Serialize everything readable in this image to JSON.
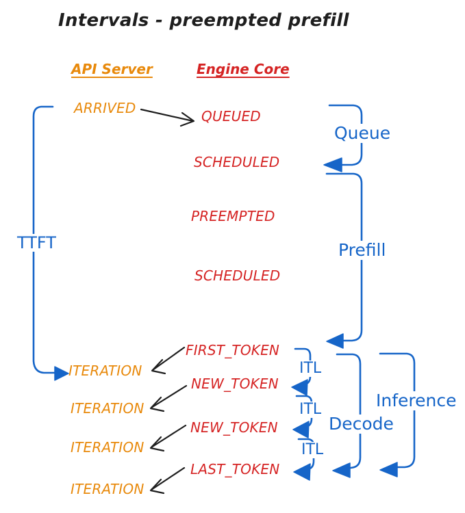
{
  "title": "Intervals - preempted prefill",
  "colors": {
    "orange": "#E8890B",
    "red": "#D52323",
    "blue": "#1665C8",
    "ink": "#1E1E1E"
  },
  "columns": {
    "api_server": "API Server",
    "engine_core": "Engine Core"
  },
  "events": {
    "arrived": "ARRIVED",
    "queued": "QUEUED",
    "scheduled_1": "SCHEDULED",
    "preempted": "PREEMPTED",
    "scheduled_2": "SCHEDULED",
    "first_token": "FIRST_TOKEN",
    "iteration_1": "ITERATION",
    "new_token_1": "NEW_TOKEN",
    "iteration_2": "ITERATION",
    "new_token_2": "NEW_TOKEN",
    "iteration_3": "ITERATION",
    "last_token": "LAST_TOKEN",
    "iteration_4": "ITERATION"
  },
  "intervals": {
    "ttft": "TTFT",
    "queue": "Queue",
    "prefill": "Prefill",
    "itl_1": "ITL",
    "itl_2": "ITL",
    "itl_3": "ITL",
    "decode": "Decode",
    "inference": "Inference"
  }
}
